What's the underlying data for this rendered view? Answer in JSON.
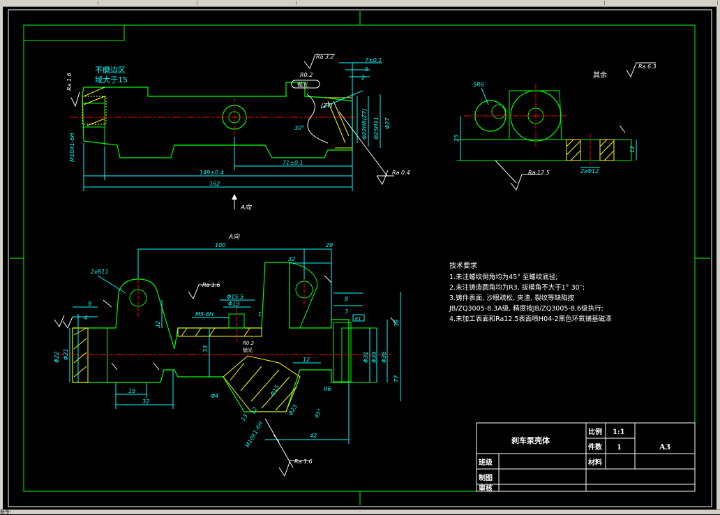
{
  "app": {
    "status_text": "命令:"
  },
  "drawing": {
    "main_view": {
      "zone_label_line1": "不磨边区",
      "zone_label_line2": "域大于15",
      "ra_left": "Ra 1.6",
      "thread_left": "M10X1-6H",
      "ra_top": "Ra 3.2",
      "r_polish": "R0.2",
      "polish": "抛光",
      "dim_7": "7±0.1",
      "dim_5": "5",
      "dim_2": "2",
      "zt": "(ZT)",
      "dim_d22": "Φ22H8(Z7)",
      "dim_d25": "Φ25H11",
      "dim_d27": "Φ27",
      "angle_30": "30°",
      "ra_04": "Ra 0.4",
      "dim_149": "149±0.4",
      "dim_71": "71±0.1",
      "dim_162": "162",
      "view_arrow_label": "A向"
    },
    "side_view": {
      "others_label": "其余",
      "ra_others": "Ra 6.3",
      "sr6": "SR6",
      "dim_25": "25",
      "dim_12": "12",
      "dim_2x12": "2xΦ12",
      "ra_125": "Ra 12.5"
    },
    "a_view": {
      "title": "A向",
      "dim_100": "100",
      "dim_29": "29",
      "dim_32_top": "32",
      "dim_2xr11": "2xR11",
      "ra_16": "Ra 1.6",
      "dim_d155": "Φ15.5",
      "dim_d13": "Φ13",
      "m5": "M5-6H",
      "dim_1": "1",
      "dim_9": "9",
      "dim_4": "4",
      "dim_32_mid": "32",
      "dim_33": "33",
      "r02": "R0.2",
      "polish": "抛光",
      "dim_8": "8",
      "dim_3": "3",
      "e1": "E1",
      "dim_38": "38",
      "dim_d22": "Φ22",
      "dim_d21": "Φ21",
      "dim_d31": "Φ31",
      "dim_d35": "Φ35",
      "dim_d36": "Φ36",
      "dim_77": "77",
      "dim_12": "12",
      "r6": "R6",
      "dim_15": "15",
      "dim_32_bot": "32",
      "dim_d4": "Φ4",
      "dim_d15": "Φ15",
      "dim_d23": "Φ23",
      "dim_45": "45°",
      "dim_13": "13",
      "dim_12b": "12",
      "m10": "M10X1-6H",
      "dim_42": "42",
      "ra_16b": "Ra 1.6"
    },
    "tech_req": {
      "title": "技术要求",
      "lines": [
        "1.未注螺纹倒角均为45° 至螺纹底径;",
        "2.未注铸造圆角均为R3, 拔模角不大于1° 30′′;",
        "3.铸件表面, 沙眼疏松, 夹渣, 裂纹等缺陷按",
        "JB/ZQ3005-8.3A级, 精度按JB/ZQ3005-8.6级执行;",
        "4.未加工表面和Ra12.5表面喷H04-2黑色环氧铺基磁漆"
      ]
    },
    "title_block": {
      "part_name": "刹车泵壳体",
      "scale_label": "比例",
      "scale_value": "1:1",
      "qty_label": "件数",
      "qty_value": "1",
      "material_label": "材料",
      "sheet_size": "A3",
      "class_label": "班级",
      "drawn_label": "制图",
      "review_label": "审核"
    }
  },
  "colors": {
    "background": "#000000",
    "frame": "#00ff00",
    "dim": "#00ffff",
    "text": "#ffffff",
    "part": "#00ff00",
    "center": "#ff0000",
    "hatch": "#ffff00"
  }
}
